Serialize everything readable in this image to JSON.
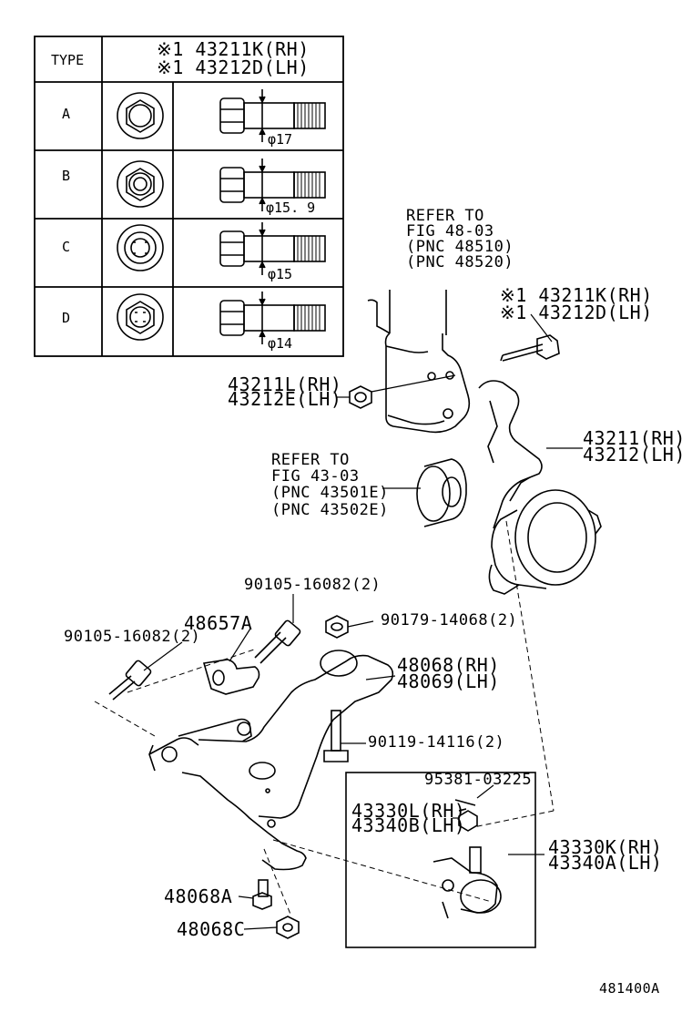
{
  "table": {
    "header_type": "TYPE",
    "header_part_rh": "※1 43211K(RH)",
    "header_part_lh": "※1 43212D(LH)",
    "rows": [
      {
        "type": "A",
        "dim": "φ17"
      },
      {
        "type": "B",
        "dim": "φ15. 9"
      },
      {
        "type": "C",
        "dim": "φ15"
      },
      {
        "type": "D",
        "dim": "φ14"
      }
    ]
  },
  "callouts": {
    "strut_ref": [
      "REFER TO",
      "FIG 48-03",
      "(PNC 48510)",
      "(PNC 48520)"
    ],
    "bolt_rh": "※1 43211K(RH)",
    "bolt_lh": "※1 43212D(LH)",
    "nut_rh": "43211L(RH)",
    "nut_lh": "43212E(LH)",
    "knuckle_rh": "43211(RH)",
    "knuckle_lh": "43212(LH)",
    "bearing_ref": [
      "REFER TO",
      "FIG 43-03",
      "(PNC 43501E)",
      "(PNC 43502E)"
    ],
    "bolt_top": "90105-16082(2)",
    "bracket": "48657A",
    "nut_flange": "90179-14068(2)",
    "bolt_left": "90105-16082(2)",
    "arm_rh": "48068(RH)",
    "arm_lh": "48069(LH)",
    "bolt_mid": "90119-14116(2)",
    "pin": "95381-03225",
    "ballnut_rh": "43330L(RH)",
    "ballnut_lh": "43340B(LH)",
    "balljoint_rh": "43330K(RH)",
    "balljoint_lh": "43340A(LH)",
    "bush_a": "48068A",
    "bush_c": "48068C"
  },
  "figure_id": "481400A"
}
